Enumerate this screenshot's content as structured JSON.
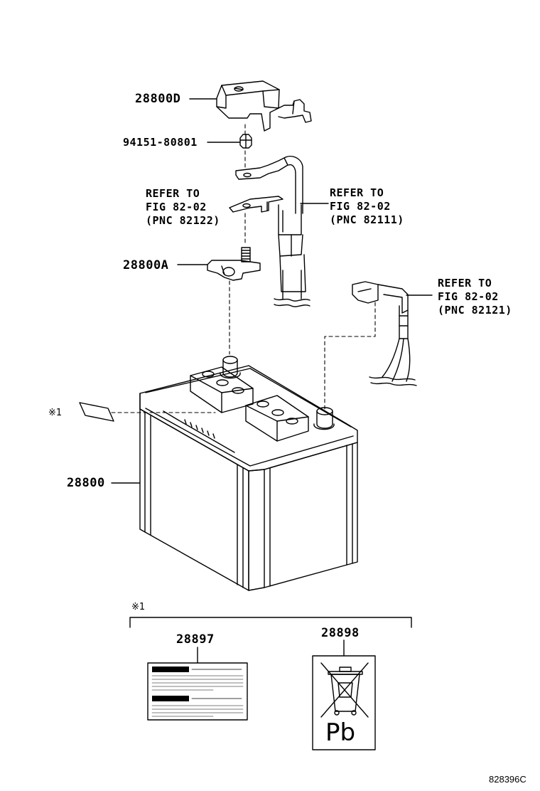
{
  "parts": {
    "cover": "28800D",
    "nut": "94151-80801",
    "terminal": "28800A",
    "battery": "28800",
    "label_caution": "28897",
    "label_recycle": "28898"
  },
  "refers": {
    "a": {
      "line1": "REFER TO",
      "line2": "FIG 82-02",
      "line3": "(PNC 82122)"
    },
    "b": {
      "line1": "REFER TO",
      "line2": "FIG 82-02",
      "line3": "(PNC 82111)"
    },
    "c": {
      "line1": "REFER TO",
      "line2": "FIG 82-02",
      "line3": "(PNC 82121)"
    }
  },
  "notes": {
    "mark_left": "※1",
    "mark_group": "※1"
  },
  "recycle_symbol": "Pb",
  "figure_id": "828396C"
}
